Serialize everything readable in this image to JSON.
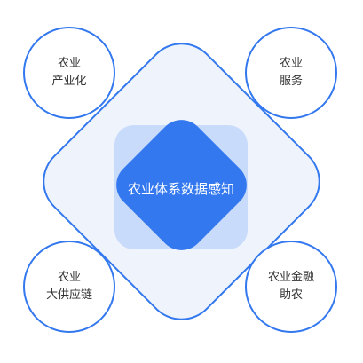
{
  "center": {
    "label": "农业体系数据感知"
  },
  "corners": {
    "top_left": {
      "line1": "农业",
      "line2": "产业化"
    },
    "top_right": {
      "line1": "农业",
      "line2": "服务"
    },
    "bottom_left": {
      "line1": "农业",
      "line2": "大供应链"
    },
    "bottom_right": {
      "line1": "农业金融",
      "line2": "助农"
    }
  },
  "colors": {
    "outline_blue": "#3378ee",
    "diamond_fill": "#eef3fc",
    "core_blue": "#3378ee",
    "core_halo": "#c9dbfb",
    "text_dark": "#333333"
  }
}
